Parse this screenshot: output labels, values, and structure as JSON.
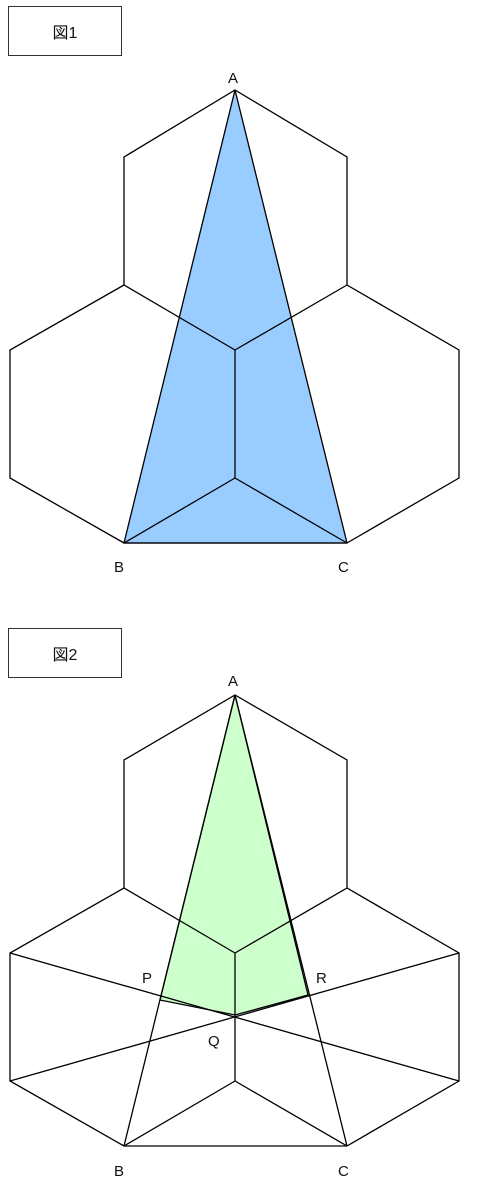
{
  "figure1": {
    "label": "図1",
    "points": {
      "A": "A",
      "B": "B",
      "C": "C"
    },
    "fill_color": "#99ccff"
  },
  "figure2": {
    "label": "図2",
    "points": {
      "A": "A",
      "B": "B",
      "C": "C",
      "P": "P",
      "Q": "Q",
      "R": "R"
    },
    "fill_color": "#ccffcc"
  }
}
